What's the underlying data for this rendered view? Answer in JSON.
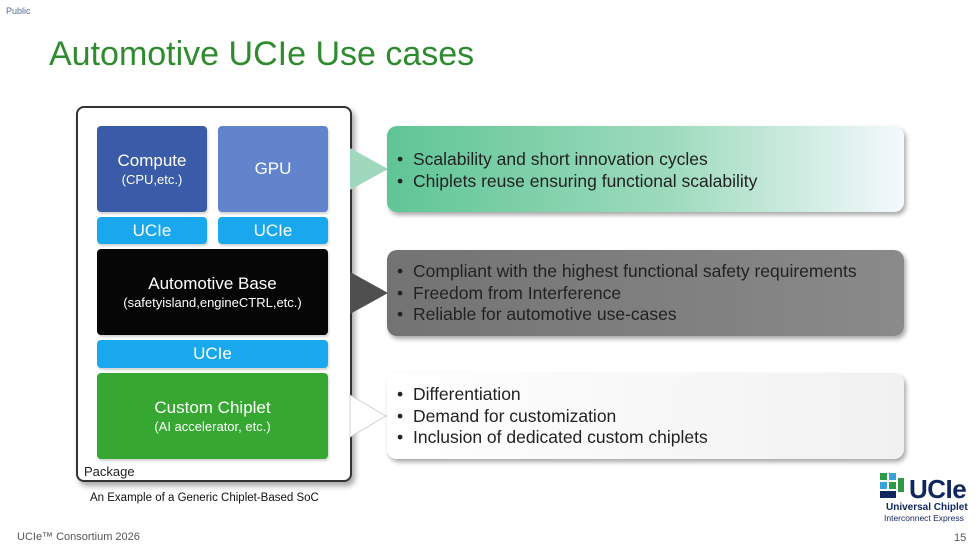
{
  "header": {
    "classification": "Public",
    "title": "Automotive UCIe Use cases"
  },
  "diagram": {
    "compute": {
      "title": "Compute",
      "subtitle": "(CPU,etc.)"
    },
    "gpu": {
      "title": "GPU"
    },
    "ucie_labels": [
      "UCIe",
      "UCIe",
      "UCIe"
    ],
    "base": {
      "title": "Automotive Base",
      "subtitle": "(safetyisland,engineCTRL,etc.)"
    },
    "custom": {
      "title": "Custom Chiplet",
      "subtitle": "(AI accelerator, etc.)"
    },
    "package_label": "Package",
    "caption": "An Example of a Generic Chiplet-Based SoC"
  },
  "callouts": [
    {
      "bullets": [
        "Scalability and short innovation cycles",
        "Chiplets reuse ensuring functional scalability"
      ]
    },
    {
      "bullets": [
        "Compliant with the highest functional safety requirements",
        "Freedom from Interference",
        "Reliable for automotive use-cases"
      ]
    },
    {
      "bullets": [
        "Differentiation",
        "Demand for customization",
        "Inclusion of dedicated custom chiplets"
      ]
    }
  ],
  "footer": {
    "text": "UCIe™ Consortium 2026",
    "page_number": "15"
  },
  "logo": {
    "wordmark": "UCIe",
    "line1": "Universal Chiplet",
    "line2": "Interconnect Express"
  },
  "colors": {
    "title_green": "#2e8b2e",
    "compute": "#3a5ba8",
    "gpu": "#6184cd",
    "ucie": "#19a8ee",
    "base": "#060606",
    "custom": "#36a832",
    "logo_navy": "#10265e"
  }
}
